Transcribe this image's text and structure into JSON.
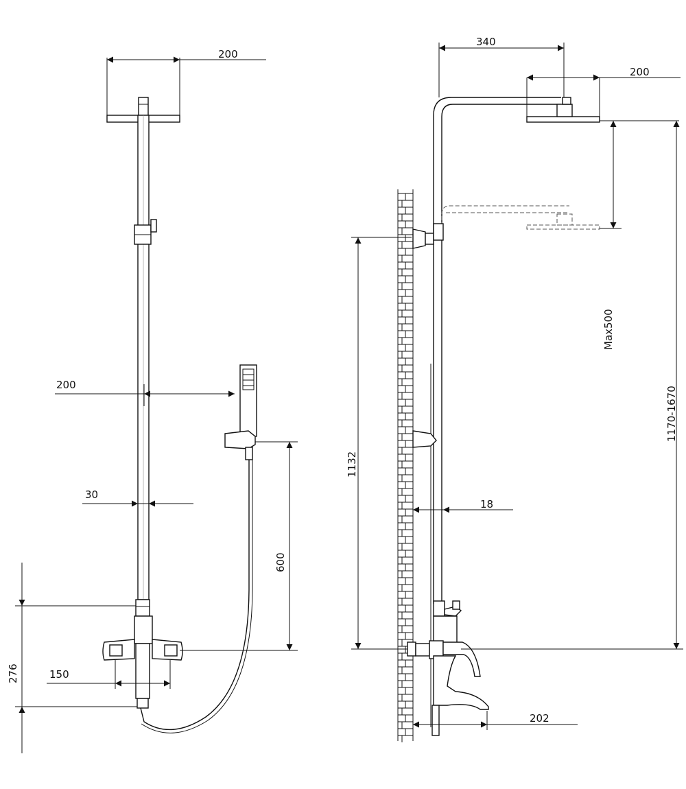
{
  "front_view": {
    "dims": {
      "head_width": "200",
      "handshower_offset": "200",
      "pipe_width": "30",
      "handset_height": "600",
      "mixer_height": "276",
      "spout_width": "150"
    }
  },
  "side_view": {
    "dims": {
      "arm_reach": "340",
      "head_width": "200",
      "adjust_range": "Max500",
      "total_height": "1170-1670",
      "bracket_height": "1132",
      "wall_gap": "18",
      "spout_reach": "202"
    }
  },
  "colors": {
    "line": "#111111",
    "background": "#ffffff",
    "hidden_line": "#555555"
  }
}
